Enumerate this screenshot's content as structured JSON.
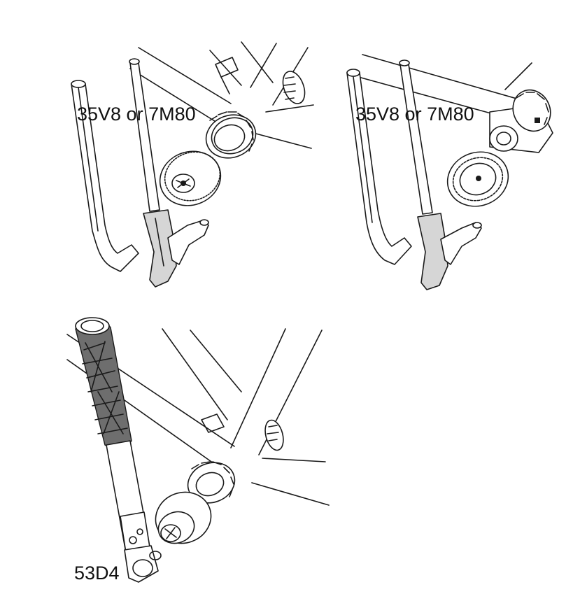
{
  "panels": [
    {
      "id": "top-left",
      "tool_label": "35V8 or 7M80"
    },
    {
      "id": "top-right",
      "tool_label": "35V8 or 7M80"
    },
    {
      "id": "bottom-left",
      "tool_label": "53D4"
    }
  ],
  "colors": {
    "line": "#1a1a1a",
    "background": "#ffffff",
    "shade": "#d6d6d6"
  }
}
